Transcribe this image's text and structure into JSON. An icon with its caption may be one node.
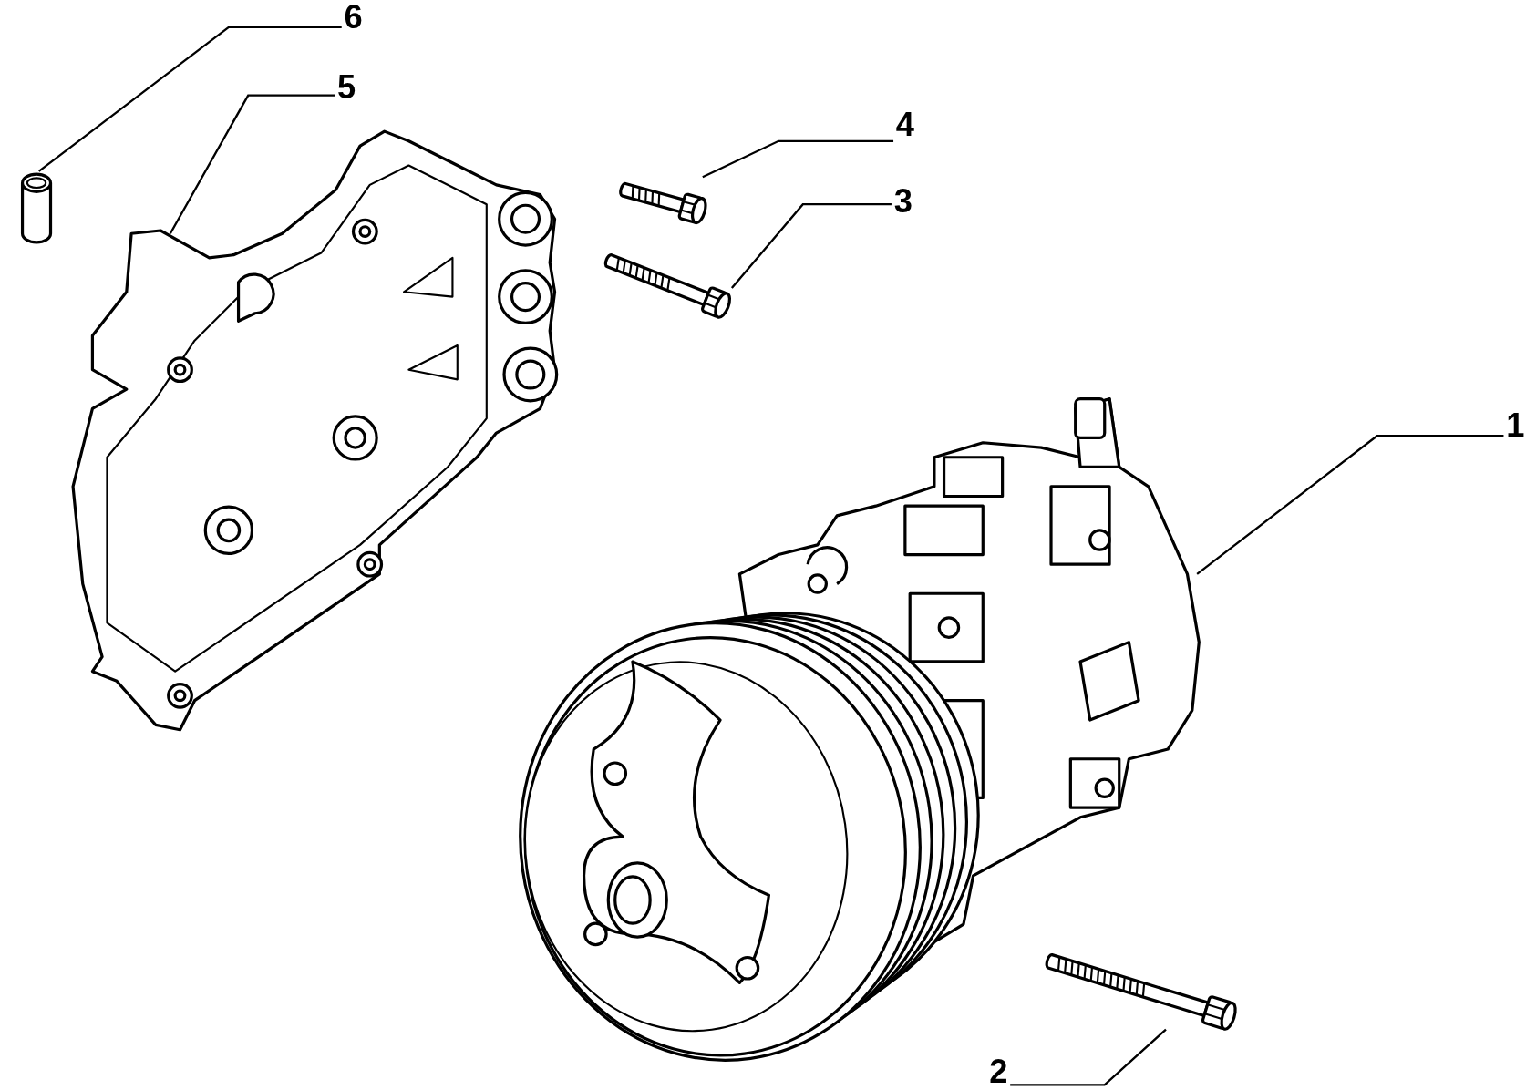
{
  "diagram": {
    "nodes": [
      {
        "text": [
          "6"
        ]
      },
      {
        "text": [
          "5"
        ]
      },
      {
        "text": [
          "4"
        ]
      },
      {
        "text": [
          "3"
        ]
      },
      {
        "text": [
          "1"
        ]
      },
      {
        "text": [
          "2"
        ]
      },
      {
        "text": [],
        "shape": "cylinder"
      },
      {
        "text": [],
        "shape": "picture"
      },
      {
        "text": [],
        "shape": "picture"
      },
      {
        "text": [],
        "shape": "picture"
      },
      {
        "text": [],
        "shape": "picture"
      },
      {
        "text": [],
        "shape": "picture"
      }
    ],
    "edges": [
      {
        "from": 0,
        "to": 6,
        "arrow": "none"
      },
      {
        "from": 1,
        "to": 7,
        "arrow": "none"
      },
      {
        "from": 2,
        "to": 8,
        "arrow": "none"
      },
      {
        "from": 3,
        "to": 9,
        "arrow": "none"
      },
      {
        "from": 4,
        "to": 10,
        "arrow": "none"
      },
      {
        "from": 5,
        "to": 11,
        "arrow": "none"
      }
    ]
  }
}
